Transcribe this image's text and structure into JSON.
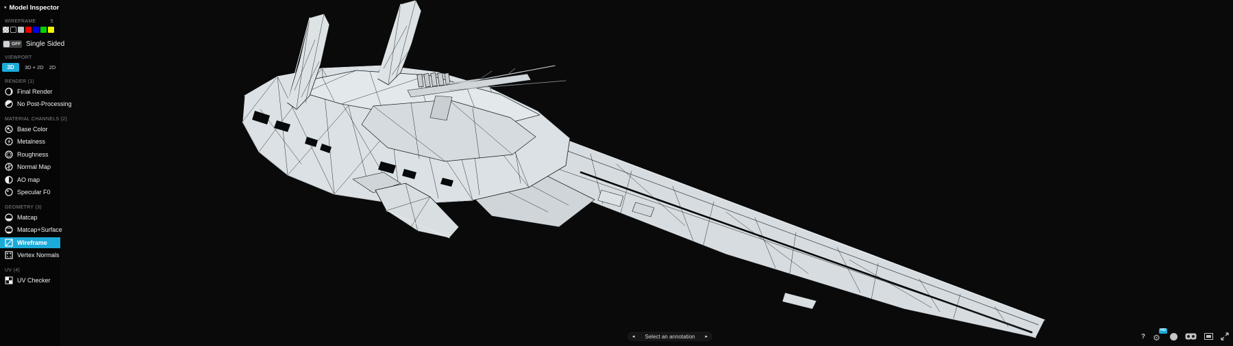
{
  "accent_color": "#1caad9",
  "header": {
    "collapse_icon": "▾",
    "title": "Model Inspector"
  },
  "wireframe": {
    "label": "WIREFRAME",
    "shortcut": "5",
    "swatches": [
      {
        "name": "white",
        "color": "#ededed",
        "selected": true
      },
      {
        "name": "black",
        "color": "#000000",
        "selected": false
      },
      {
        "name": "gray",
        "color": "#bfc3c5",
        "selected": false
      },
      {
        "name": "red",
        "color": "#e90000",
        "selected": false
      },
      {
        "name": "blue",
        "color": "#0000e9",
        "selected": false
      },
      {
        "name": "green",
        "color": "#00d400",
        "selected": false
      },
      {
        "name": "yellow",
        "color": "#f2f200",
        "selected": false
      }
    ]
  },
  "single_sided": {
    "toggle_state": "OFF",
    "label": "Single Sided"
  },
  "viewport": {
    "label": "VIEWPORT",
    "options": [
      {
        "label": "3D",
        "active": true
      },
      {
        "label": "3D + 2D",
        "active": false
      },
      {
        "label": "2D",
        "active": false
      }
    ]
  },
  "render": {
    "label": "RENDER (1)",
    "items": [
      {
        "label": "Final Render",
        "icon": "final-render-icon"
      },
      {
        "label": "No Post-Processing",
        "icon": "no-post-processing-icon"
      }
    ]
  },
  "materials": {
    "label": "MATERIAL CHANNELS (2)",
    "items": [
      {
        "label": "Base Color",
        "icon": "base-color-icon"
      },
      {
        "label": "Metalness",
        "icon": "metalness-icon"
      },
      {
        "label": "Roughness",
        "icon": "roughness-icon"
      },
      {
        "label": "Normal Map",
        "icon": "normal-map-icon"
      },
      {
        "label": "AO map",
        "icon": "ao-map-icon"
      },
      {
        "label": "Specular F0",
        "icon": "specular-f0-icon"
      }
    ]
  },
  "geometry": {
    "label": "GEOMETRY (3)",
    "items": [
      {
        "label": "Matcap",
        "icon": "matcap-icon",
        "active": false
      },
      {
        "label": "Matcap+Surface",
        "icon": "matcap-surface-icon",
        "active": false
      },
      {
        "label": "Wireframe",
        "icon": "wireframe-icon",
        "active": true
      },
      {
        "label": "Vertex Normals",
        "icon": "vertex-normals-icon",
        "active": false
      }
    ]
  },
  "uv": {
    "label": "UV (4)",
    "items": [
      {
        "label": "UV Checker",
        "icon": "uv-checker-icon"
      }
    ]
  },
  "annotations": {
    "prev_icon": "◂",
    "placeholder": "Select an annotation",
    "next_icon": "▸"
  },
  "toolbar": {
    "help_label": "?",
    "hd_badge": "HD"
  }
}
